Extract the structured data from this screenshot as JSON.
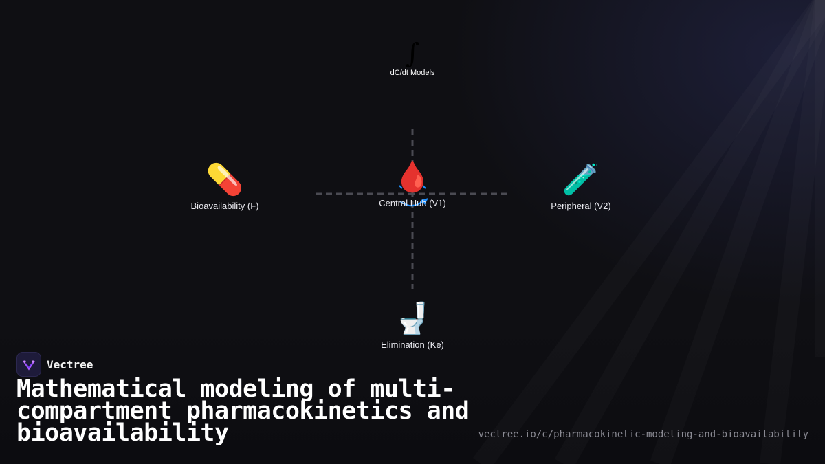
{
  "diagram": {
    "top_node": {
      "glyph": "∫",
      "label": "dC/dt Models"
    },
    "nodes": [
      {
        "id": "bioavailability",
        "icon": "💊",
        "icon_name": "pill-icon",
        "label": "Bioavailability (F)"
      },
      {
        "id": "central",
        "icon": "🩸",
        "icon_name": "blood-drop-icon",
        "label": "Central Hub (V1)"
      },
      {
        "id": "peripheral",
        "icon": "🧪",
        "icon_name": "test-tube-icon",
        "label": "Peripheral (V2)"
      },
      {
        "id": "elimination",
        "icon": "🚽",
        "icon_name": "toilet-icon",
        "label": "Elimination (Ke)"
      }
    ]
  },
  "brand": {
    "name": "Vectree"
  },
  "headline": "Mathematical modeling of multi-compartment pharmacokinetics and bioavailability",
  "url": "vectree.io/c/pharmacokinetic-modeling-and-bioavailability",
  "colors": {
    "accent": "#1e90ff",
    "logo_bg": "#1e1b3a",
    "logo_mark": "#b05cff"
  }
}
